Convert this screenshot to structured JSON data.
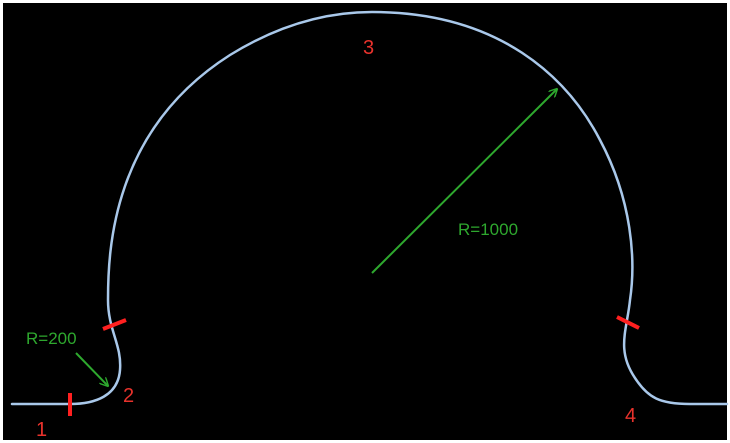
{
  "colors": {
    "background": "#000000",
    "frame": "#ffffff",
    "track": "#a9c8ea",
    "section_label": "#e8322c",
    "dimension": "#2ea82e",
    "boundary_marker": "#ff2020"
  },
  "sections": [
    {
      "id": "1",
      "label": "1"
    },
    {
      "id": "2",
      "label": "2"
    },
    {
      "id": "3",
      "label": "3"
    },
    {
      "id": "4",
      "label": "4"
    }
  ],
  "dimensions": {
    "small_radius": {
      "label": "R=200"
    },
    "large_radius": {
      "label": "R=1000"
    }
  }
}
